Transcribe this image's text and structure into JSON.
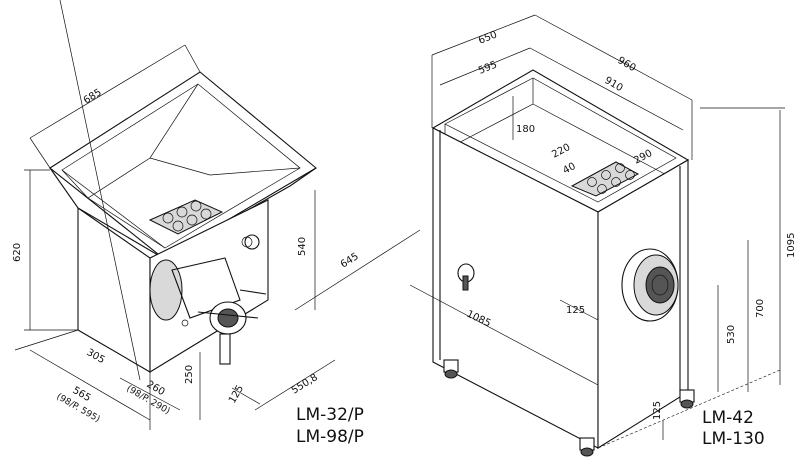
{
  "left_machine": {
    "models": [
      "LM-32/P",
      "LM-98/P"
    ],
    "dimensions": {
      "top_width": "685",
      "height": "620",
      "depth": "645",
      "hopper_height": "540",
      "base_width": "305",
      "total_length": "565",
      "total_length_alt": "(98/P. 595)",
      "side_length": "260",
      "side_length_alt": "(98/P. 290)",
      "outlet_height": "250",
      "outlet_offset": "125",
      "footprint_depth": "550,8"
    }
  },
  "right_machine": {
    "models": [
      "LM-42",
      "LM-130"
    ],
    "dimensions": {
      "outer_depth": "650",
      "outer_width": "960",
      "inner_depth": "595",
      "inner_width": "910",
      "tray_depth": "180",
      "tray_width": "220",
      "tray_small": "40",
      "tray_length": "290",
      "total_height": "1095",
      "body_height": "700",
      "outlet_height": "530",
      "outlet_offset": "125",
      "footprint": "1085",
      "wheel_height": "125"
    }
  }
}
